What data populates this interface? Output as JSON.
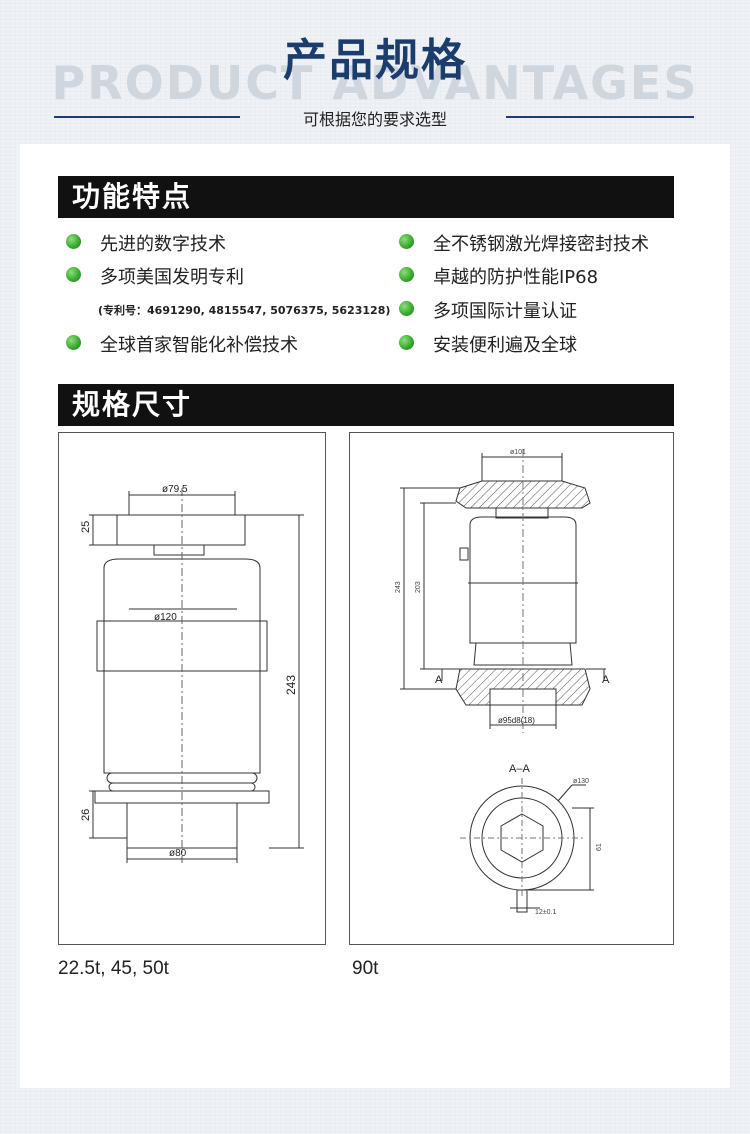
{
  "header": {
    "watermark": "PRODUCT ADVANTAGES",
    "title": "产品规格",
    "subtitle": "可根据您的要求选型"
  },
  "features": {
    "title": "功能特点",
    "left": [
      "先进的数字技术",
      "多项美国发明专利",
      "全球首家智能化补偿技术"
    ],
    "patent_note": "(专利号：4691290, 4815547, 5076375, 5623128)",
    "right": [
      "全不锈钢激光焊接密封技术",
      "卓越的防护性能IP68",
      "多项国际计量认证",
      "安装便利遍及全球"
    ]
  },
  "specs": {
    "title": "规格尺寸",
    "left_drawing": {
      "dim_top_dia": "ø79.5",
      "dim_top_height": "25",
      "dim_body_dia": "ø120",
      "dim_total_height": "243",
      "dim_bottom_height": "26",
      "dim_bottom_dia": "ø80",
      "caption": "22.5t, 45, 50t"
    },
    "right_drawing": {
      "dim_top": "ø101",
      "dim_h1": "243",
      "dim_h2": "203",
      "section_mark": "A",
      "dim_bottom": "ø95d8(18)",
      "section_label": "A–A",
      "dim_circle": "ø130",
      "dim_side": "61",
      "dim_key": "12±0.1",
      "caption": "90t"
    }
  },
  "colors": {
    "title_blue": "#1a3d6d",
    "section_bar": "#111111",
    "bullet_green": "#35a52a"
  }
}
